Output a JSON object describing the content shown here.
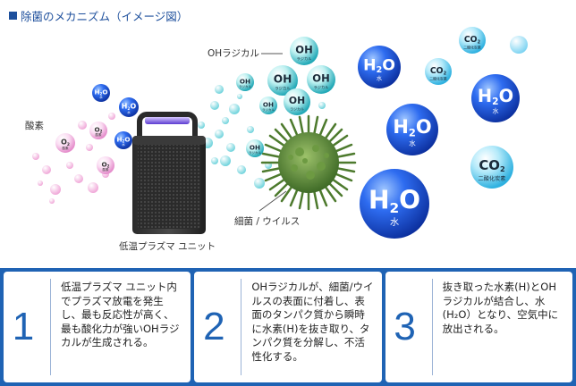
{
  "title": "除菌のメカニズム（イメージ図）",
  "labels": {
    "oh_radical": "OHラジカル",
    "oxygen": "酸素",
    "unit": "低温プラズマ ユニット",
    "virus": "細菌 / ウイルス"
  },
  "molecules": {
    "oh": "OH",
    "oh_sub": "ラジカル",
    "o2": "O",
    "o2_sub": "酸素",
    "h2o": "H",
    "h2o_sub": "水",
    "co2": "CO",
    "co2_sub": "二酸化炭素",
    "two": "2"
  },
  "steps": [
    {
      "number": "1",
      "text": "低温プラズマ ユニット内でプラズマ放電を発生し、最も反応性が高く、最も酸化力が強いOHラジカルが生成される。"
    },
    {
      "number": "2",
      "text": "OHラジカルが、細菌/ウイルスの表面に付着し、表面のタンパク質から瞬時に水素(H)を抜き取り、タンパク質を分解し、不活性化する。"
    },
    {
      "number": "3",
      "text": "抜き取った水素(H)とOHラジカルが結合し、水(H₂O）となり、空気中に放出される。"
    }
  ],
  "colors": {
    "accent": "#1f63b4",
    "oh_bubble": "#3ec6cf",
    "h2o_bubble": "#1a4fd0",
    "o2_bubble": "#f4b7e2",
    "co2_bubble": "#57c9ea"
  }
}
